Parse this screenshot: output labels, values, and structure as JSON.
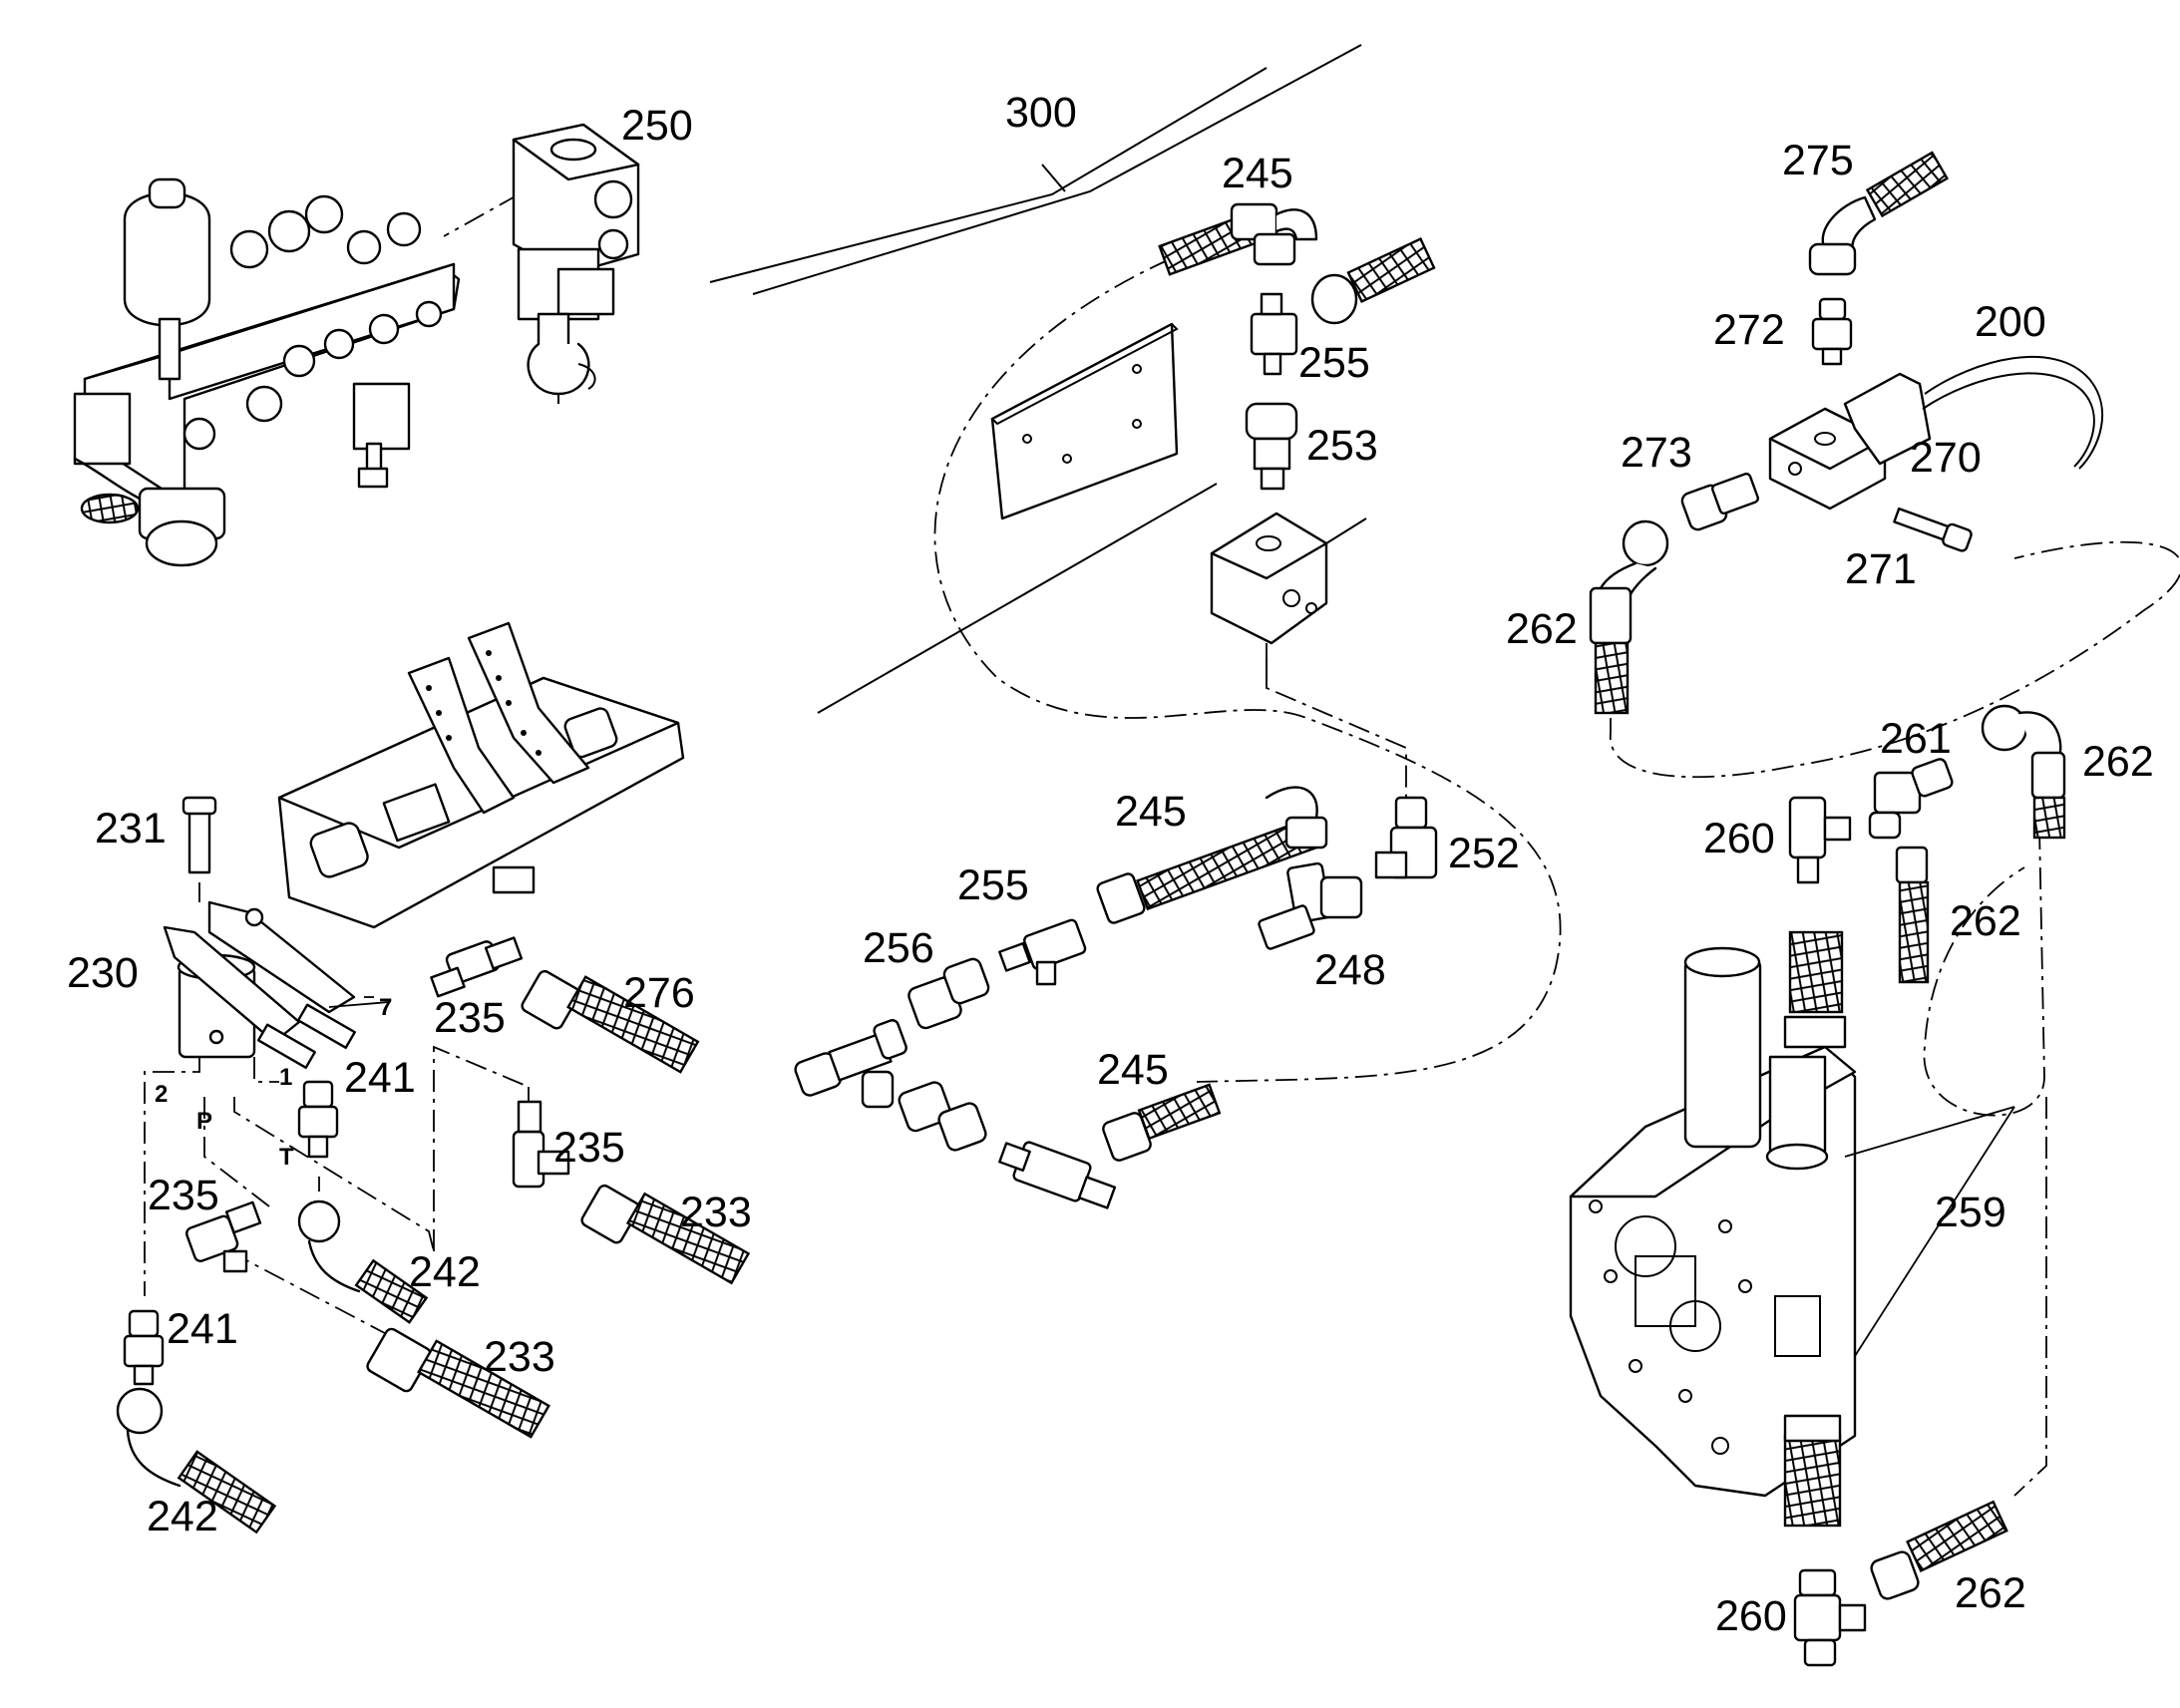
{
  "colors": {
    "ink": "#000000",
    "paper": "#ffffff"
  },
  "labels": {
    "p200": "200",
    "p230": "230",
    "p231": "231",
    "p233a": "233",
    "p233b": "233",
    "p235a": "235",
    "p235b": "235",
    "p235c": "235",
    "p241a": "241",
    "p241b": "241",
    "p242a": "242",
    "p242b": "242",
    "p245a": "245",
    "p245b": "245",
    "p245c": "245",
    "p248": "248",
    "p250": "250",
    "p252": "252",
    "p253": "253",
    "p255a": "255",
    "p255b": "255",
    "p256": "256",
    "p259": "259",
    "p260a": "260",
    "p260b": "260",
    "p261": "261",
    "p262a": "262",
    "p262b": "262",
    "p262c": "262",
    "p262d": "262",
    "p270": "270",
    "p271": "271",
    "p272": "272",
    "p273": "273",
    "p275": "275",
    "p276": "276",
    "p300": "300"
  },
  "ports": {
    "p1": "1",
    "p2": "2",
    "p7": "7",
    "pP": "P",
    "pT": "T"
  }
}
